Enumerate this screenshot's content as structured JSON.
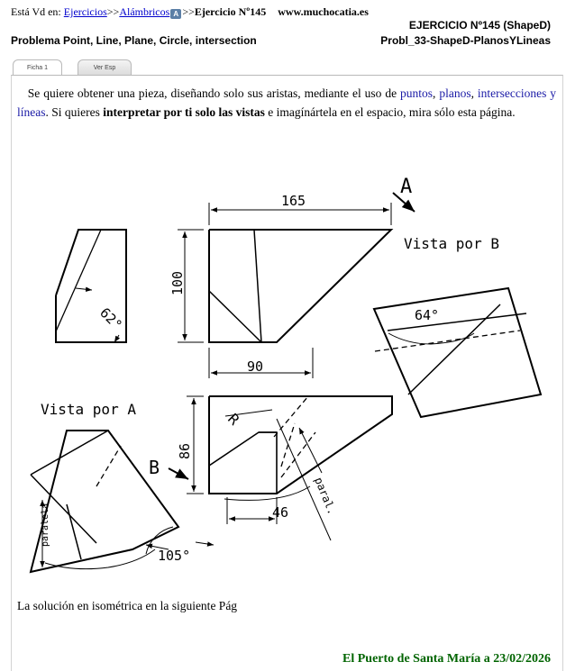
{
  "header": {
    "breadcrumb_prefix": "Está Vd en:",
    "crumb_1": "Ejercicios",
    "sep_1": ">>",
    "crumb_2": "Alámbricos",
    "crumb_icon": "A",
    "sep_2": ">>",
    "current": "Ejercicio Nº145",
    "site": "www.muchocatia.es",
    "exercise_id": "EJERCICIO Nº145 (ShapeD)",
    "subtitle": "Problema Point, Line, Plane, Circle, intersection",
    "problem_code": "Probl_33-ShapeD-PlanosYLineas"
  },
  "tabs": [
    {
      "label": "Ficha 1",
      "active": true
    },
    {
      "label": "Ver Esp",
      "active": false
    }
  ],
  "intro": {
    "t1": "Se quiere obtener una pieza, diseñando solo sus aristas, mediante el uso de ",
    "k1": "puntos",
    "t2": ", ",
    "k2": "planos",
    "t3": ", ",
    "k3": "intersecciones y líneas",
    "t4": ". Si quieres ",
    "bold": "interpretar por ti solo las vistas",
    "t5": " e imagínártela en el espacio, mira sólo esta página."
  },
  "drawing": {
    "dim_165": "165",
    "dim_100": "100",
    "dim_90": "90",
    "dim_62": "62°",
    "dim_64": "64°",
    "dim_86": "86",
    "dim_46": "46",
    "dim_105": "105°",
    "label_A": "A",
    "label_B": "B",
    "label_R": "R",
    "view_B": "Vista por B",
    "view_A": "Vista por A",
    "paral": "paral.",
    "paralela": "paralela"
  },
  "note": "La solución en isométrica en la siguiente Pág",
  "footer": "El Puerto de Santa María a 23/02/2026"
}
